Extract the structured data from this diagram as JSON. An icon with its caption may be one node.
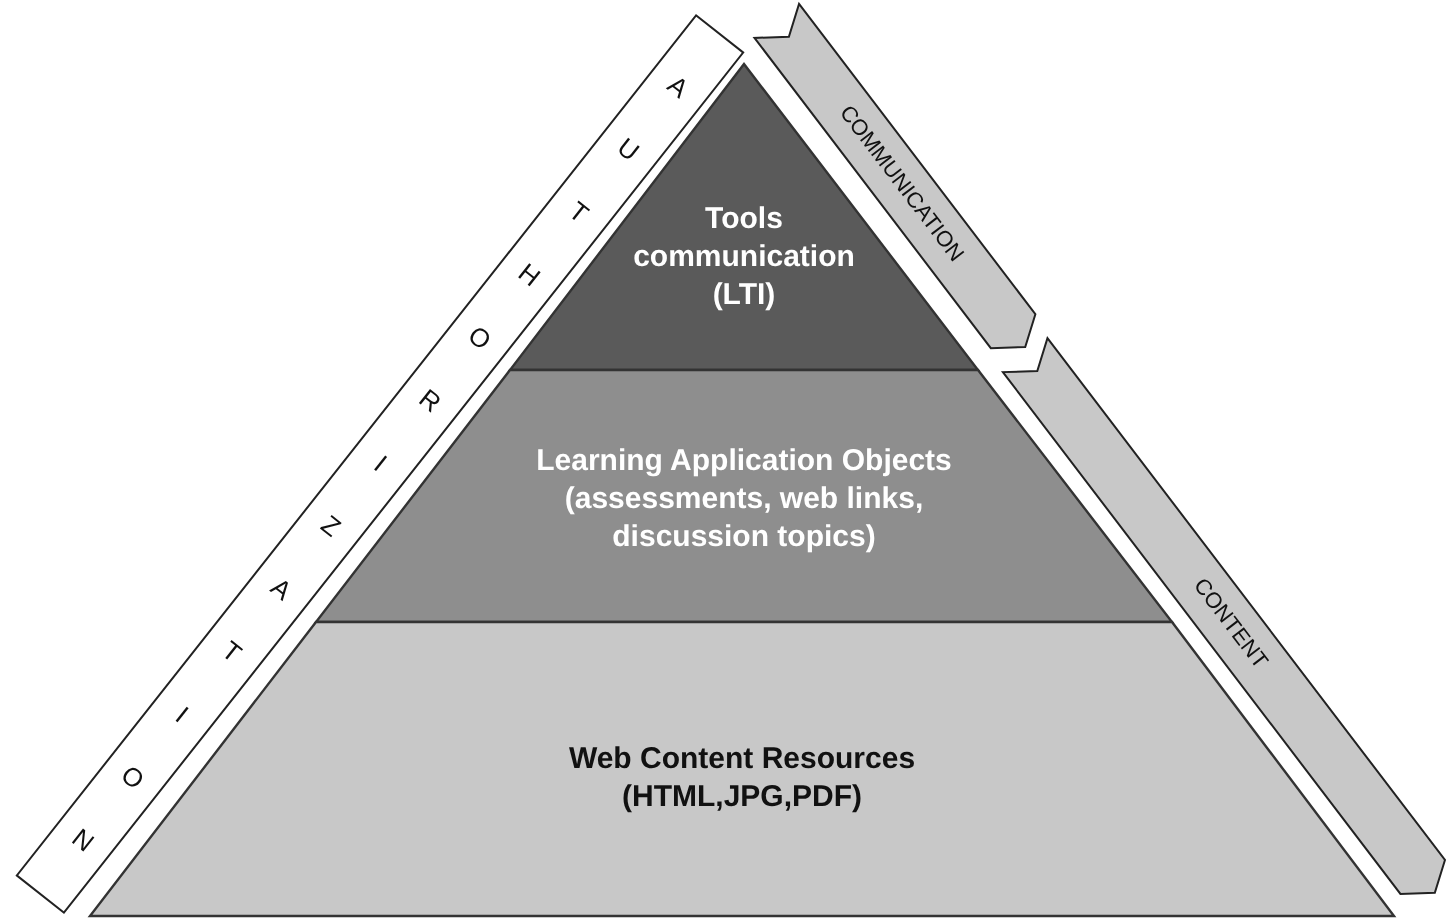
{
  "diagram": {
    "nodes": [
      {
        "text": [
          "Tools communication (LTI)"
        ]
      },
      {
        "text": [
          "Learning Application Objects (assessments, web links, discussion topics)"
        ]
      },
      {
        "text": [
          "Web Content Resources (HTML,JPG,PDF)"
        ]
      },
      {
        "text": [
          "AUTHORIZATION"
        ]
      },
      {
        "text": [
          "COMMUNICATION"
        ]
      },
      {
        "text": [
          "CONTENT"
        ]
      }
    ]
  }
}
